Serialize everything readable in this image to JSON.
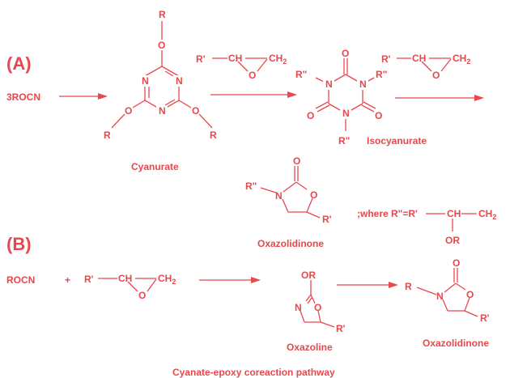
{
  "scheme": {
    "panel_a": "(A)",
    "panel_b": "(B)",
    "reactant_a": "3ROCN",
    "reactant_b": "ROCN",
    "plus": "+",
    "cyanurate_label": "Cyanurate",
    "isocyanurate_label": "Isocyanurate",
    "oxazolidinone_label": "Oxazolidinone",
    "oxazoline_label": "Oxazoline",
    "oxazolidinone_b_label": "Oxazolidinone",
    "where_note": ";where R\"=R'",
    "caption": "Cyanate-epoxy coreaction pathway"
  },
  "atoms": {
    "R": "R",
    "O": "O",
    "N": "N",
    "Rp": "R'",
    "Rpp": "R\"",
    "CH": "CH",
    "CH2": "CH",
    "sub2": "2",
    "OR": "OR"
  }
}
